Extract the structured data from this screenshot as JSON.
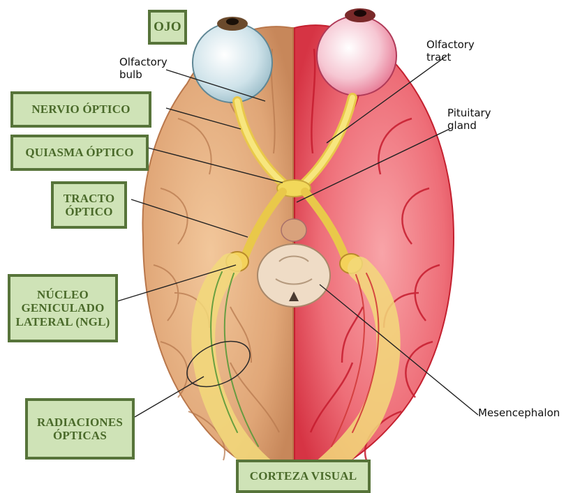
{
  "labels_es": {
    "ojo": "OJO",
    "nervio_optico": "NERVIO ÓPTICO",
    "quiasma_optico": "QUIASMA ÓPTICO",
    "tracto_optico": "TRACTO\nÓPTICO",
    "nucleo_geniculado": "NÚCLEO\nGENICULADO\nLATERAL (NGL)",
    "radiaciones_opticas": "RADIACIONES\nÓPTICAS",
    "corteza_visual": "CORTEZA VISUAL"
  },
  "labels_en": {
    "olfactory_bulb": "Olfactory\nbulb",
    "olfactory_tract": "Olfactory\ntract",
    "pituitary_gland": "Pituitary\ngland",
    "mesencephalon": "Mesencephalon"
  },
  "colors": {
    "brain_left": "#e2a878",
    "brain_right": "#e23a4a",
    "optic_path": "#f2d85a",
    "label_fill": "#cfe3b7",
    "label_border": "#57743a",
    "label_text": "#4a6a2a"
  }
}
